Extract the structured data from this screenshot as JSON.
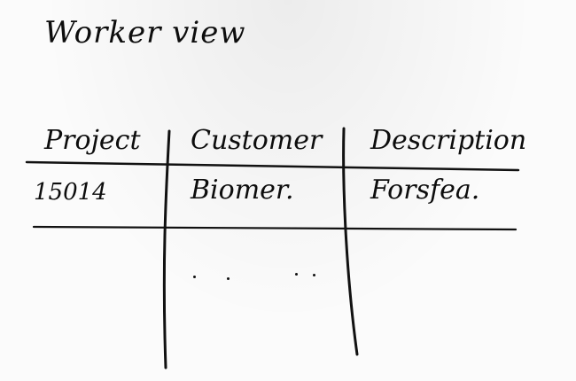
{
  "view": {
    "title": "Worker view"
  },
  "table": {
    "columns": [
      "Project",
      "Customer",
      "Description"
    ],
    "rows": [
      [
        "15014",
        "Biomer.",
        "Forsfea."
      ]
    ]
  }
}
